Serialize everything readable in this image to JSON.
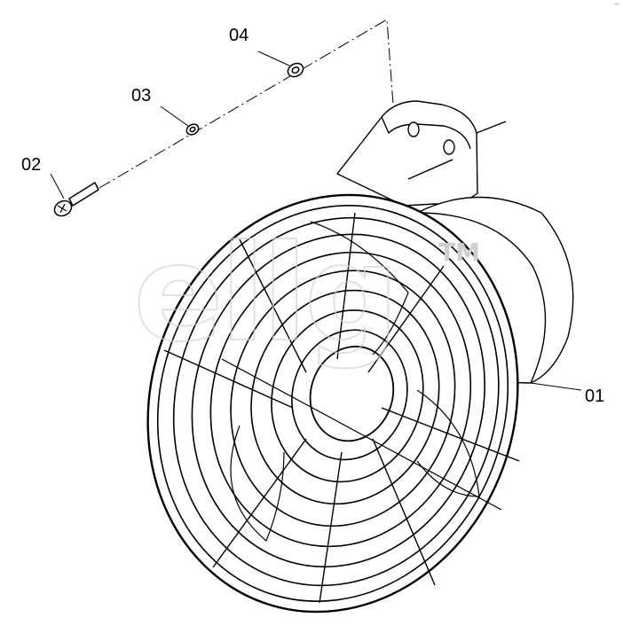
{
  "callouts": {
    "fan_assembly": "01",
    "screw": "02",
    "washer_small": "03",
    "washer_large": "04"
  },
  "watermark": {
    "text": "ellg",
    "trademark": "TM"
  },
  "corner_mark": "~",
  "colors": {
    "line": "#000000",
    "watermark": "#d2d2d2",
    "background": "#ffffff"
  }
}
